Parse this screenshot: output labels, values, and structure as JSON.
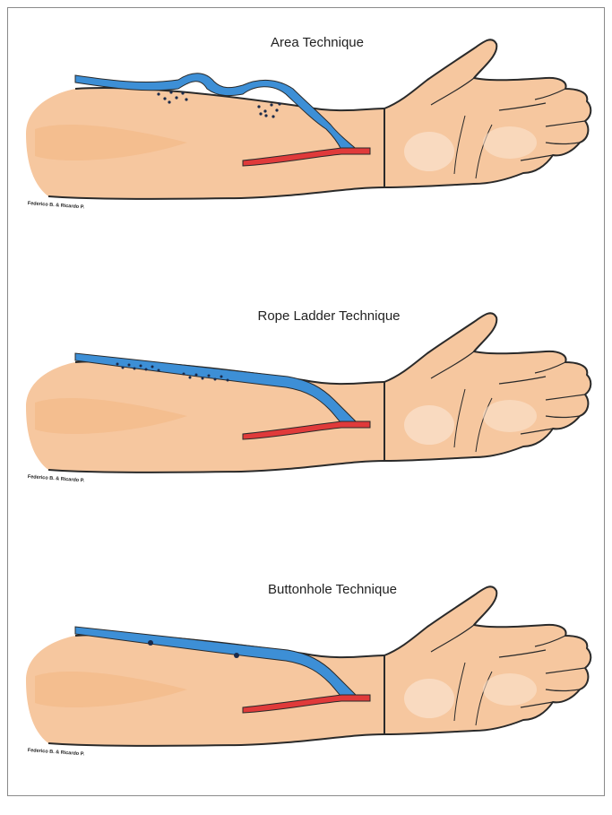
{
  "colors": {
    "skin": "#f6c79f",
    "skin_light": "#fbe3cf",
    "outline": "#2a2a2a",
    "vein": "#3d8fd6",
    "artery": "#e03a3a",
    "puncture": "#1a2a4a"
  },
  "panels": [
    {
      "title": "Area Technique",
      "credit": "Federico B. & Ricardo P.",
      "technique": "area"
    },
    {
      "title": "Rope Ladder Technique",
      "credit": "Federico B. & Ricardo P.",
      "technique": "rope-ladder"
    },
    {
      "title": "Buttonhole Technique",
      "credit": "Federico B. & Ricardo P.",
      "technique": "buttonhole"
    }
  ]
}
